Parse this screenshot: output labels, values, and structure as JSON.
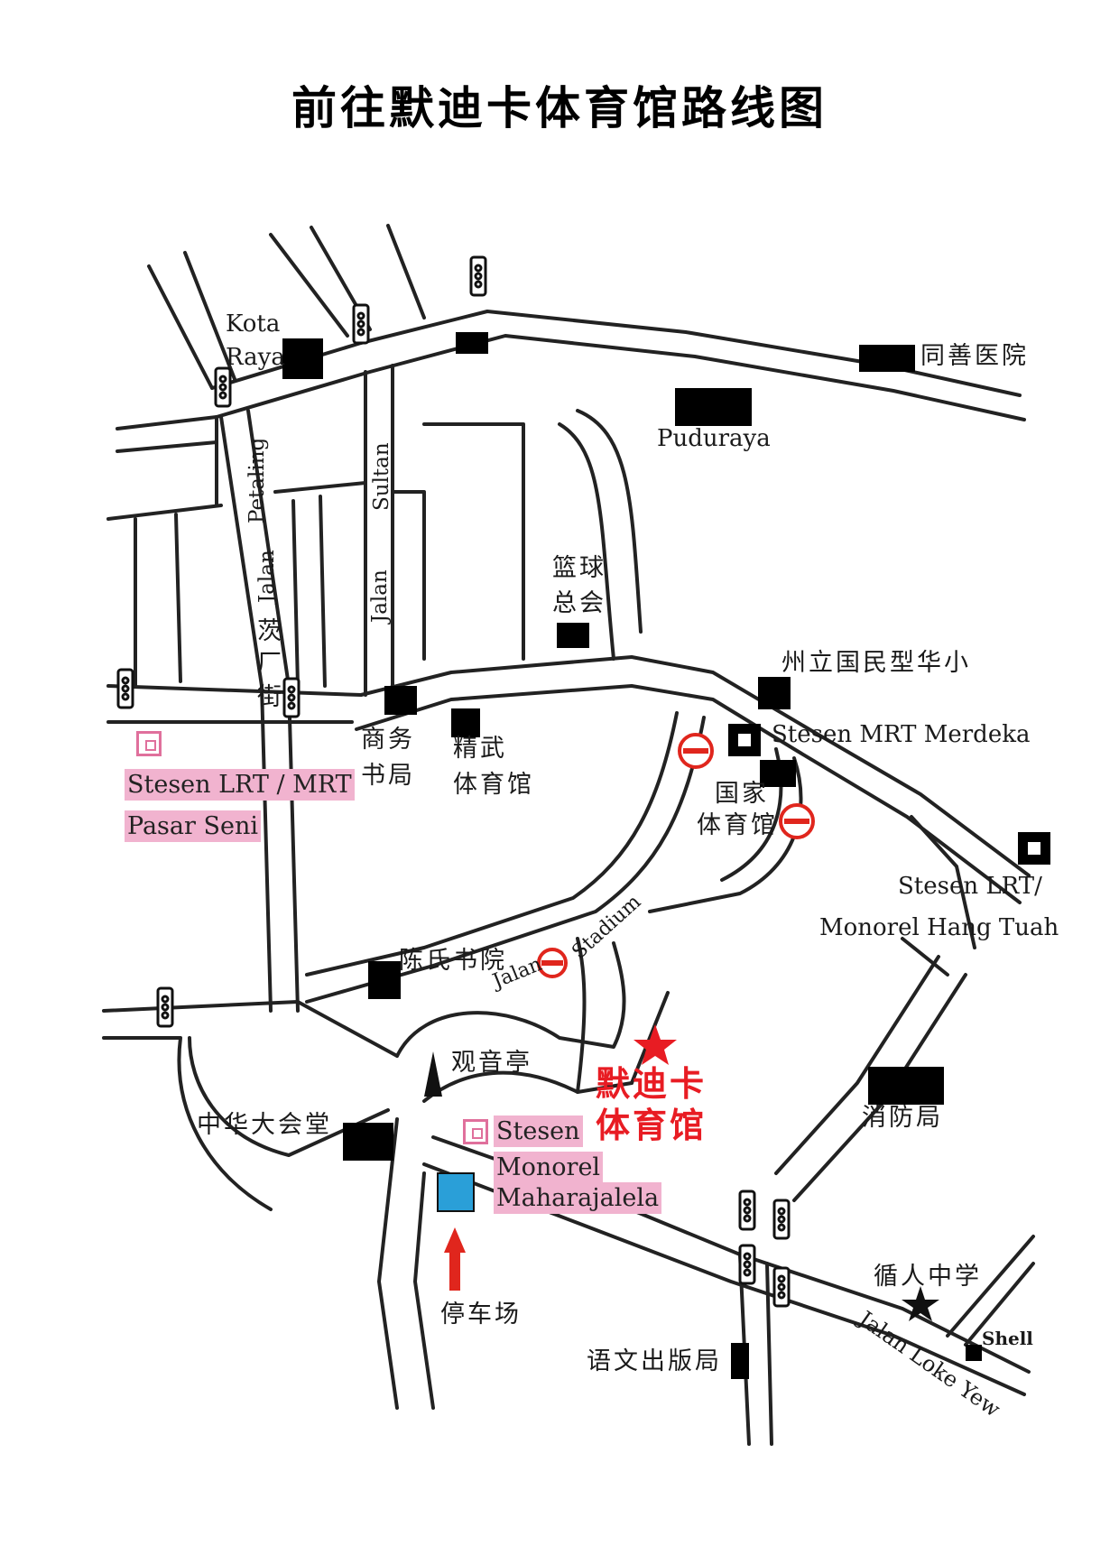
{
  "title": "前往默迪卡体育馆路线图",
  "roads": {
    "petaling_top": "Petaling",
    "petaling_bottom": "Jalan",
    "petaling_zh": "茨厂街",
    "sultan_top": "Sultan",
    "sultan_bottom": "Jalan",
    "stadium_a": "Jalan",
    "stadium_b": "Stadium",
    "loke_yew": "Jalan Loke Yew"
  },
  "places": {
    "kota_raya_1": "Kota",
    "kota_raya_2": "Raya",
    "tung_shin": "同善医院",
    "puduraya": "Puduraya",
    "basketball_1": "篮球",
    "basketball_2": "总会",
    "school": "州立国民型华小",
    "mrt_merdeka": "Stesen MRT Merdeka",
    "commercial_press_1": "商务",
    "commercial_press_2": "书局",
    "chin_woo_1": "精武",
    "chin_woo_2": "体育馆",
    "national_stadium_1": "国家",
    "national_stadium_2": "体育馆",
    "pasar_seni_1": "Stesen LRT / MRT",
    "pasar_seni_2": "Pasar Seni",
    "hang_tuah_1": "Stesen LRT/",
    "hang_tuah_2": "Monorel Hang Tuah",
    "chan_she_shu_yuen": "陈氏书院",
    "guanyin": "观音亭",
    "venue_1": "默迪卡",
    "venue_2": "体育馆",
    "fire_station": "消防局",
    "chinese_assembly_hall": "中华大会堂",
    "maharajalela_1": "Stesen",
    "maharajalela_2": "Monorel",
    "maharajalela_3": "Maharajalela",
    "parking": "停车场",
    "confucian_school": "循人中学",
    "dbp": "语文出版局",
    "shell": "Shell"
  },
  "colors": {
    "venue": "#e81c23",
    "station_highlight": "#f1b3cf",
    "parking": "#2a9fd8",
    "road": "#222222"
  },
  "icons": {
    "traffic_light": "traffic-light-icon",
    "no_entry": "no-entry-icon",
    "venue": "star-icon",
    "school": "star-icon",
    "guanyin": "pagoda-icon",
    "parking_arrow": "arrow-up-icon"
  }
}
